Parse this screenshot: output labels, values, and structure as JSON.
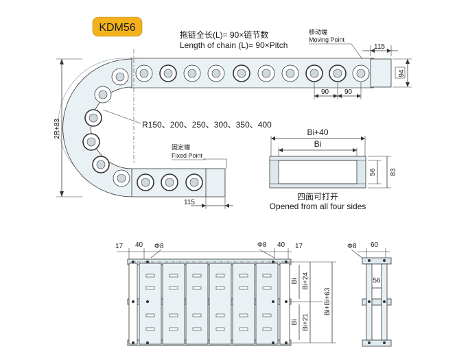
{
  "badge": {
    "text": "KDM56",
    "color": "#f2b21c"
  },
  "heading": {
    "cn": "拖链全长(L)= 90×链节数",
    "en": "Length of chain (L)= 90×Pitch"
  },
  "moving_point": {
    "cn": "移动端",
    "en": "Moving Point"
  },
  "fixed_point": {
    "cn": "固定端",
    "en": "Fixed Point"
  },
  "dims": {
    "end_115_top": "115",
    "end_115_bottom": "115",
    "height_94": "94",
    "pitch_a": "90",
    "pitch_b": "90",
    "loop_height": "2R+83",
    "radius_list": "R150、200、250、300、350、400",
    "bi40": "Bi+40",
    "bi": "Bi",
    "h56": "56",
    "h83": "83",
    "top_17_left": "17",
    "top_40_left": "40",
    "phi8_left": "Φ8",
    "phi8_mid": "Φ8",
    "top_40_right": "40",
    "top_17_right": "17",
    "side_bi24": "Bi+24",
    "side_bi_a": "Bi",
    "side_bi21": "Bi+21",
    "side_bi_b": "Bi",
    "side_total": "Bi+Bi+63",
    "phi8_end": "Φ8",
    "end_60": "60",
    "end_56": "56"
  },
  "section": {
    "cn": "四面可打开",
    "en": "Opened from all four sides"
  },
  "colors": {
    "link_fill": "#e9f1f4",
    "frame_fill": "#dde9ee",
    "line": "#333333"
  }
}
